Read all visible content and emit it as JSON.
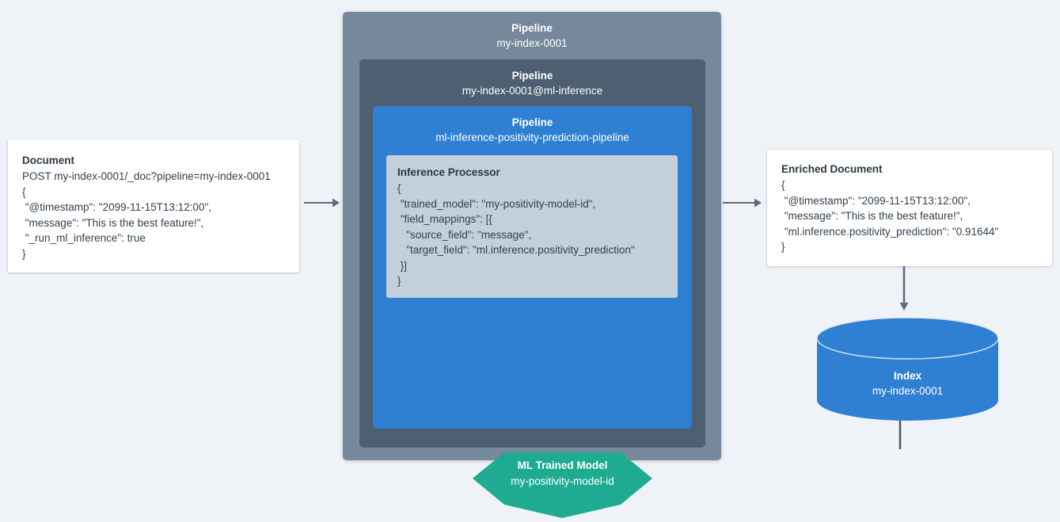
{
  "diagram": {
    "background_color": "#eff2f6",
    "accent_blue": "#2f80d2",
    "accent_green": "#1eab92",
    "slate_outer": "#76899c",
    "slate_middle": "#4c6072",
    "processor_fill": "#c3cfdb",
    "arrow_color": "#5c6b7a"
  },
  "source_document": {
    "title": "Document",
    "lines": [
      "POST my-index-0001/_doc?pipeline=my-index-0001",
      "{",
      " \"@timestamp\": \"2099-11-15T13:12:00\",",
      " \"message\": \"This is the best feature!\",",
      " \"_run_ml_inference\": true",
      "}"
    ]
  },
  "enriched_document": {
    "title": "Enriched Document",
    "lines": [
      "{",
      " \"@timestamp\": \"2099-11-15T13:12:00\",",
      " \"message\": \"This is the best feature!\",",
      " \"ml.inference.positivity_prediction\": \"0.91644\"",
      "}"
    ]
  },
  "pipeline_outer": {
    "heading": "Pipeline",
    "name": "my-index-0001"
  },
  "pipeline_middle": {
    "heading": "Pipeline",
    "name": "my-index-0001@ml-inference"
  },
  "pipeline_inner": {
    "heading": "Pipeline",
    "name": "ml-inference-positivity-prediction-pipeline"
  },
  "inference_processor": {
    "title": "Inference Processor",
    "lines": [
      "{",
      " \"trained_model\": \"my-positivity-model-id\",",
      " \"field_mappings\": [{",
      "   \"source_field\": \"message\",",
      "   \"target_field\": \"ml.inference.positivity_prediction\"",
      " }]",
      "}"
    ]
  },
  "ml_model": {
    "title": "ML Trained Model",
    "name": "my-positivity-model-id"
  },
  "index": {
    "title": "Index",
    "name": "my-index-0001"
  },
  "arrows": {
    "doc_to_pipeline": "arrow-right",
    "pipeline_to_enriched": "arrow-right",
    "enriched_to_index": "arrow-down",
    "model_to_processor": "arrow-up"
  }
}
